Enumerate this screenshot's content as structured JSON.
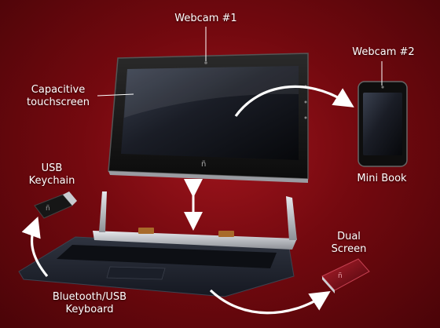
{
  "labels": {
    "webcam1": "Webcam #1",
    "webcam2": "Webcam #2",
    "touchscreen_line1": "Capacitive",
    "touchscreen_line2": "touchscreen",
    "mini_book": "Mini Book",
    "usb_line1": "USB",
    "usb_line2": "Keychain",
    "dual_line1": "Dual",
    "dual_line2": "Screen",
    "keyboard_line1": "Bluetooth/USB",
    "keyboard_line2": "Keyboard"
  },
  "brand_mark": "ñ",
  "colors": {
    "background": "#74090f",
    "label_text": "#ffffff",
    "arrow": "#ffffff",
    "device_dark": "#141414",
    "dual_screen_red": "#8a0c18"
  }
}
